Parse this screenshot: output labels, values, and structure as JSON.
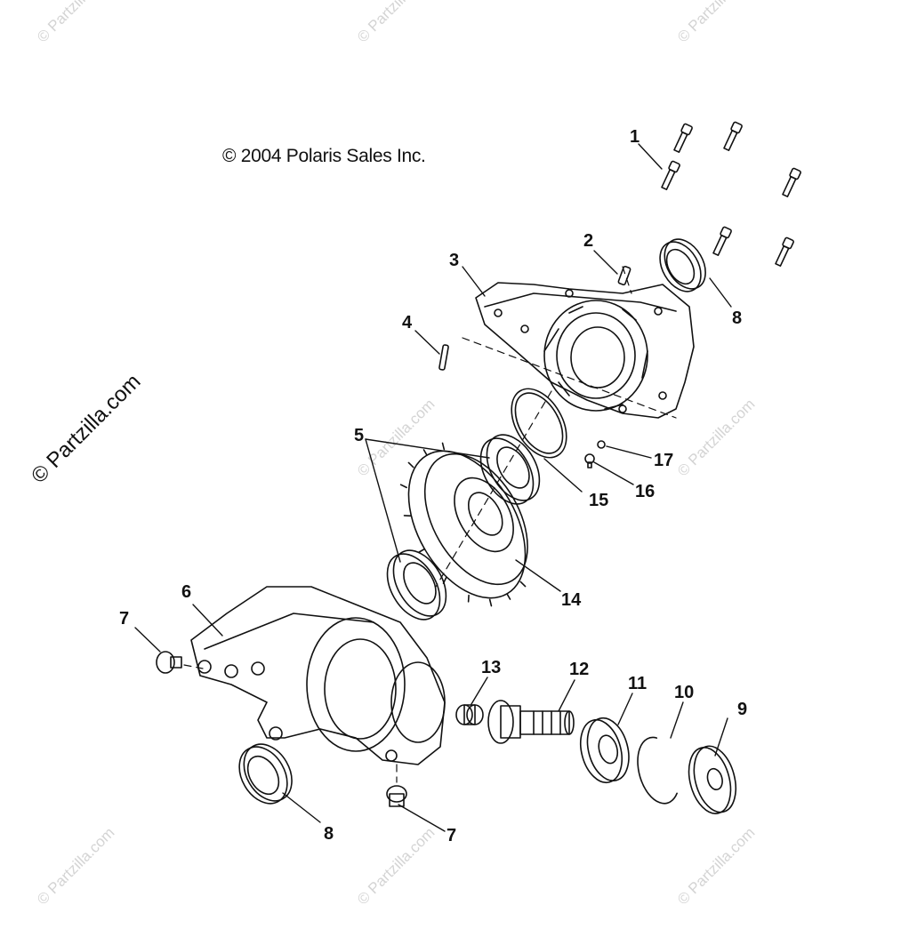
{
  "copyright": "© 2004 Polaris Sales Inc.",
  "site_watermark": "© Partzilla.com",
  "faint_watermark": "© Partzilla.com",
  "callouts": [
    "1",
    "2",
    "3",
    "4",
    "5",
    "6",
    "7",
    "8",
    "9",
    "10",
    "11",
    "12",
    "13",
    "14",
    "15",
    "16",
    "17",
    "7",
    "8"
  ],
  "colors": {
    "line": "#111111",
    "watermark": "#d4d4d4",
    "background": "#ffffff"
  }
}
